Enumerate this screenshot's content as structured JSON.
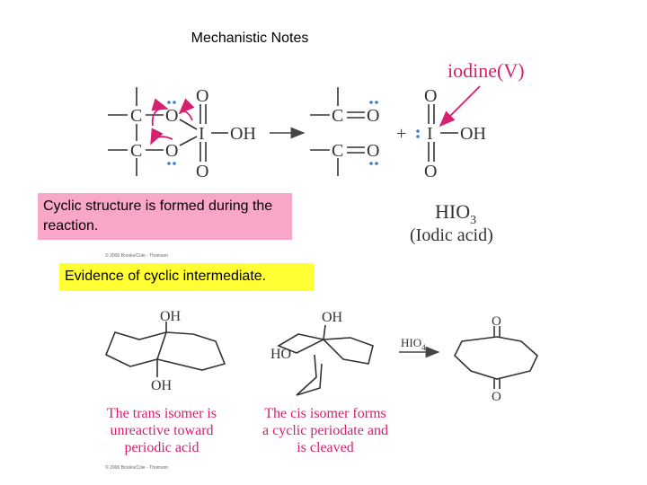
{
  "title": "Mechanistic Notes",
  "notes": {
    "cyclic_structure": "Cyclic structure is formed during the reaction.",
    "evidence": "Evidence of cyclic intermediate."
  },
  "colors": {
    "accent": "#d4206e",
    "pink_box": "#f9a7c8",
    "yellow_box": "#ffff33",
    "electron_dots": "#3a7ec9"
  },
  "scheme1": {
    "reagent_label": "iodine(V)",
    "atoms": {
      "C": "C",
      "O": "O",
      "I": "I",
      "OH": "OH"
    },
    "plus": "+",
    "product_formula": "HIO",
    "product_formula_sub": "3",
    "product_name": "(Iodic acid)",
    "copyright": "© 2006 Brooks/Cole - Thomson"
  },
  "scheme2": {
    "oh": "OH",
    "ho": "HO",
    "reagent": "HIO",
    "reagent_sub": "4",
    "carbonyl_o": "O",
    "trans_caption": [
      "The trans isomer is",
      "unreactive toward",
      "periodic acid"
    ],
    "cis_caption": [
      "The cis isomer forms",
      "a cyclic periodate and",
      "is cleaved"
    ],
    "copyright": "© 2006 Brooks/Cole - Thomson"
  }
}
